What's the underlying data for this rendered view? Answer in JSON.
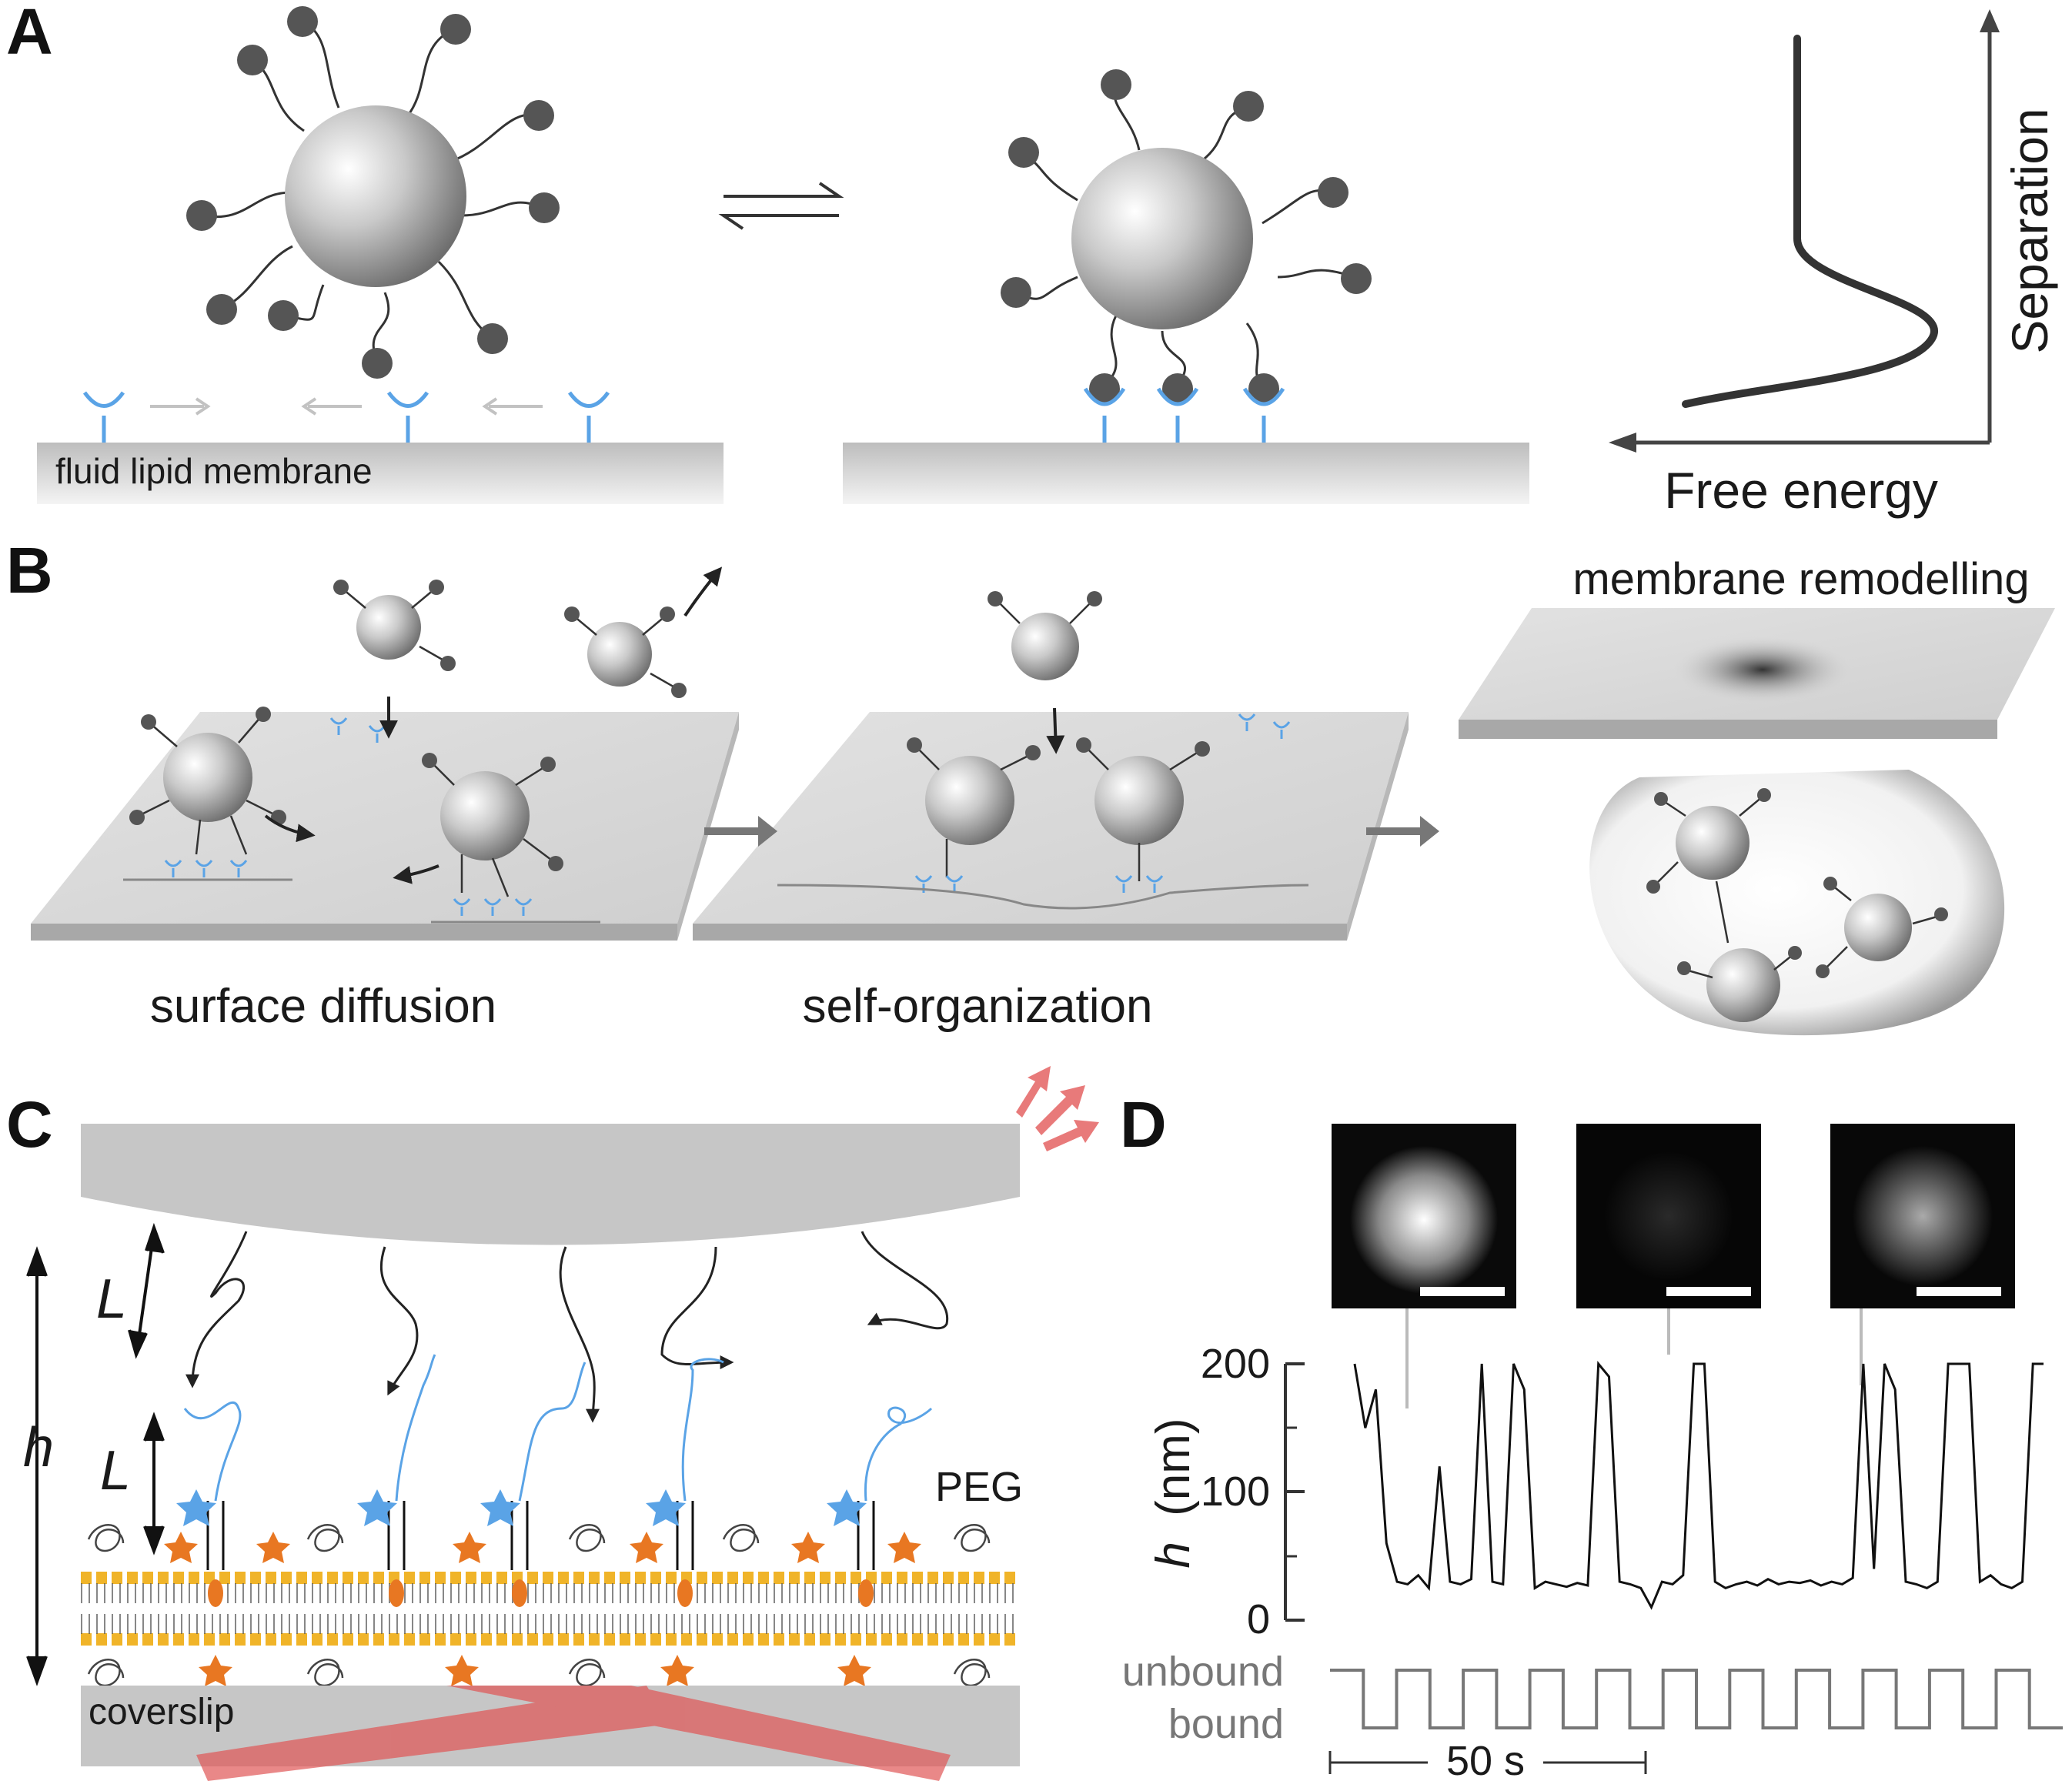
{
  "panels": {
    "a": {
      "letter": "A",
      "membrane_label": "fluid lipid membrane",
      "plot_y_label": "Separation",
      "plot_x_label": "Free energy"
    },
    "b": {
      "letter": "B",
      "step1_label": "surface diffusion",
      "step2_label": "self-organization",
      "step3_label": "membrane remodelling"
    },
    "c": {
      "letter": "C",
      "length_symbol_top": "L",
      "height_symbol": "h",
      "length_symbol_bottom": "L",
      "peg_label": "PEG",
      "coverslip_label": "coverslip"
    },
    "d": {
      "letter": "D",
      "y_axis_symbol": "h",
      "y_axis_unit": "(nm)",
      "state_unbound": "unbound",
      "state_bound": "bound",
      "scale_bar_label": "50 s"
    }
  },
  "chart_data": {
    "type": "line",
    "xlabel": "",
    "ylabel": "h (nm)",
    "ylim": [
      0,
      200
    ],
    "yticks": [
      "200",
      "100",
      "0"
    ],
    "scale_bar": "50 s",
    "series": [
      {
        "values": [
          200,
          150,
          180,
          60,
          30,
          28,
          35,
          25,
          120,
          30,
          28,
          32,
          200,
          30,
          28,
          200,
          180,
          25,
          30,
          28,
          26,
          29,
          27,
          200,
          190,
          30,
          28,
          25,
          10,
          30,
          28,
          35,
          200,
          200,
          30,
          25,
          28,
          30,
          27,
          32,
          28,
          30,
          29,
          31,
          27,
          30,
          28,
          33,
          200,
          40,
          200,
          180,
          30,
          28,
          25,
          30,
          200,
          200,
          200,
          30,
          35,
          28,
          25,
          30,
          200,
          200
        ]
      },
      {
        "values": [
          1,
          0,
          1,
          0,
          1,
          0,
          1,
          0,
          1,
          0,
          1,
          0,
          1,
          0,
          1,
          0,
          1,
          0,
          1,
          0,
          1,
          0
        ]
      }
    ]
  },
  "colors": {
    "receptor": "#5aa3e6",
    "lipid_head": "#f0b429",
    "star": "#e87722",
    "laser": "#e05555",
    "surface": "#c6c6c6",
    "bead": "#cccccc"
  }
}
